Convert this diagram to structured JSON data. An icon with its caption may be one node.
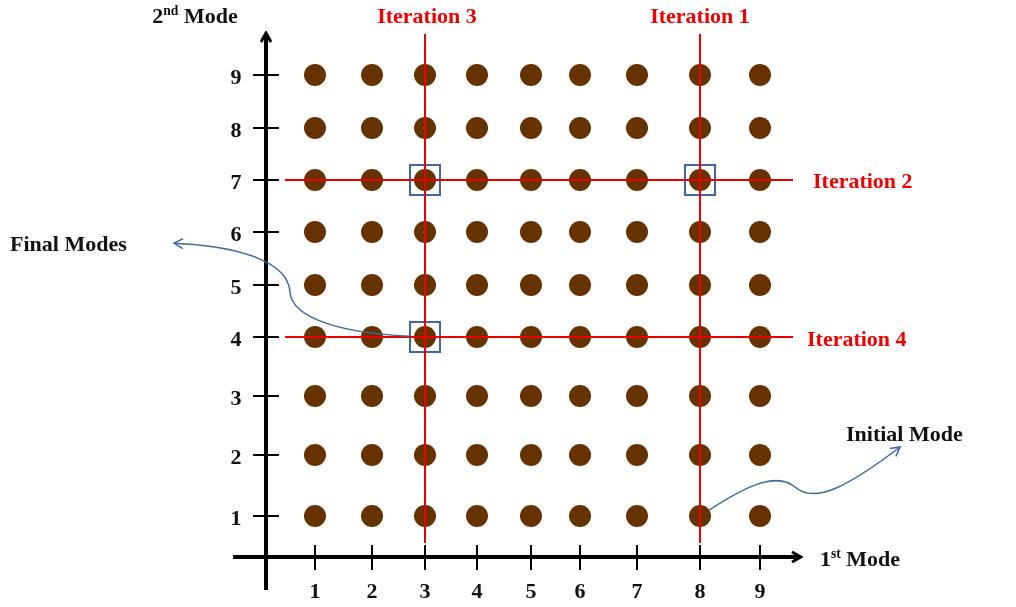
{
  "diagram": {
    "nodes": [
      {
        "text": [],
        "shape": "box"
      },
      {
        "text": [],
        "shape": "box"
      },
      {
        "text": [
          "Final Modes"
        ]
      },
      {
        "text": [],
        "shape": "box"
      },
      {
        "text": [
          "Initial Mode"
        ]
      },
      {
        "text": [],
        "shape": "circle"
      }
    ],
    "edges": [
      {
        "from": 3,
        "to": 2,
        "arrow": "to"
      },
      {
        "from": 5,
        "to": 4,
        "arrow": "to"
      }
    ],
    "labels": [
      "2$^{nd}$ Mode",
      "Iteration 3",
      "Iteration 1",
      "9",
      "8",
      "7",
      "Iteration 2",
      "6",
      "5",
      "4",
      "Iteration 4",
      "3",
      "2",
      "1",
      "1$^{st}$ Mode",
      "1",
      "2",
      "3",
      "4",
      "5",
      "6",
      "7",
      "8",
      "9"
    ]
  }
}
